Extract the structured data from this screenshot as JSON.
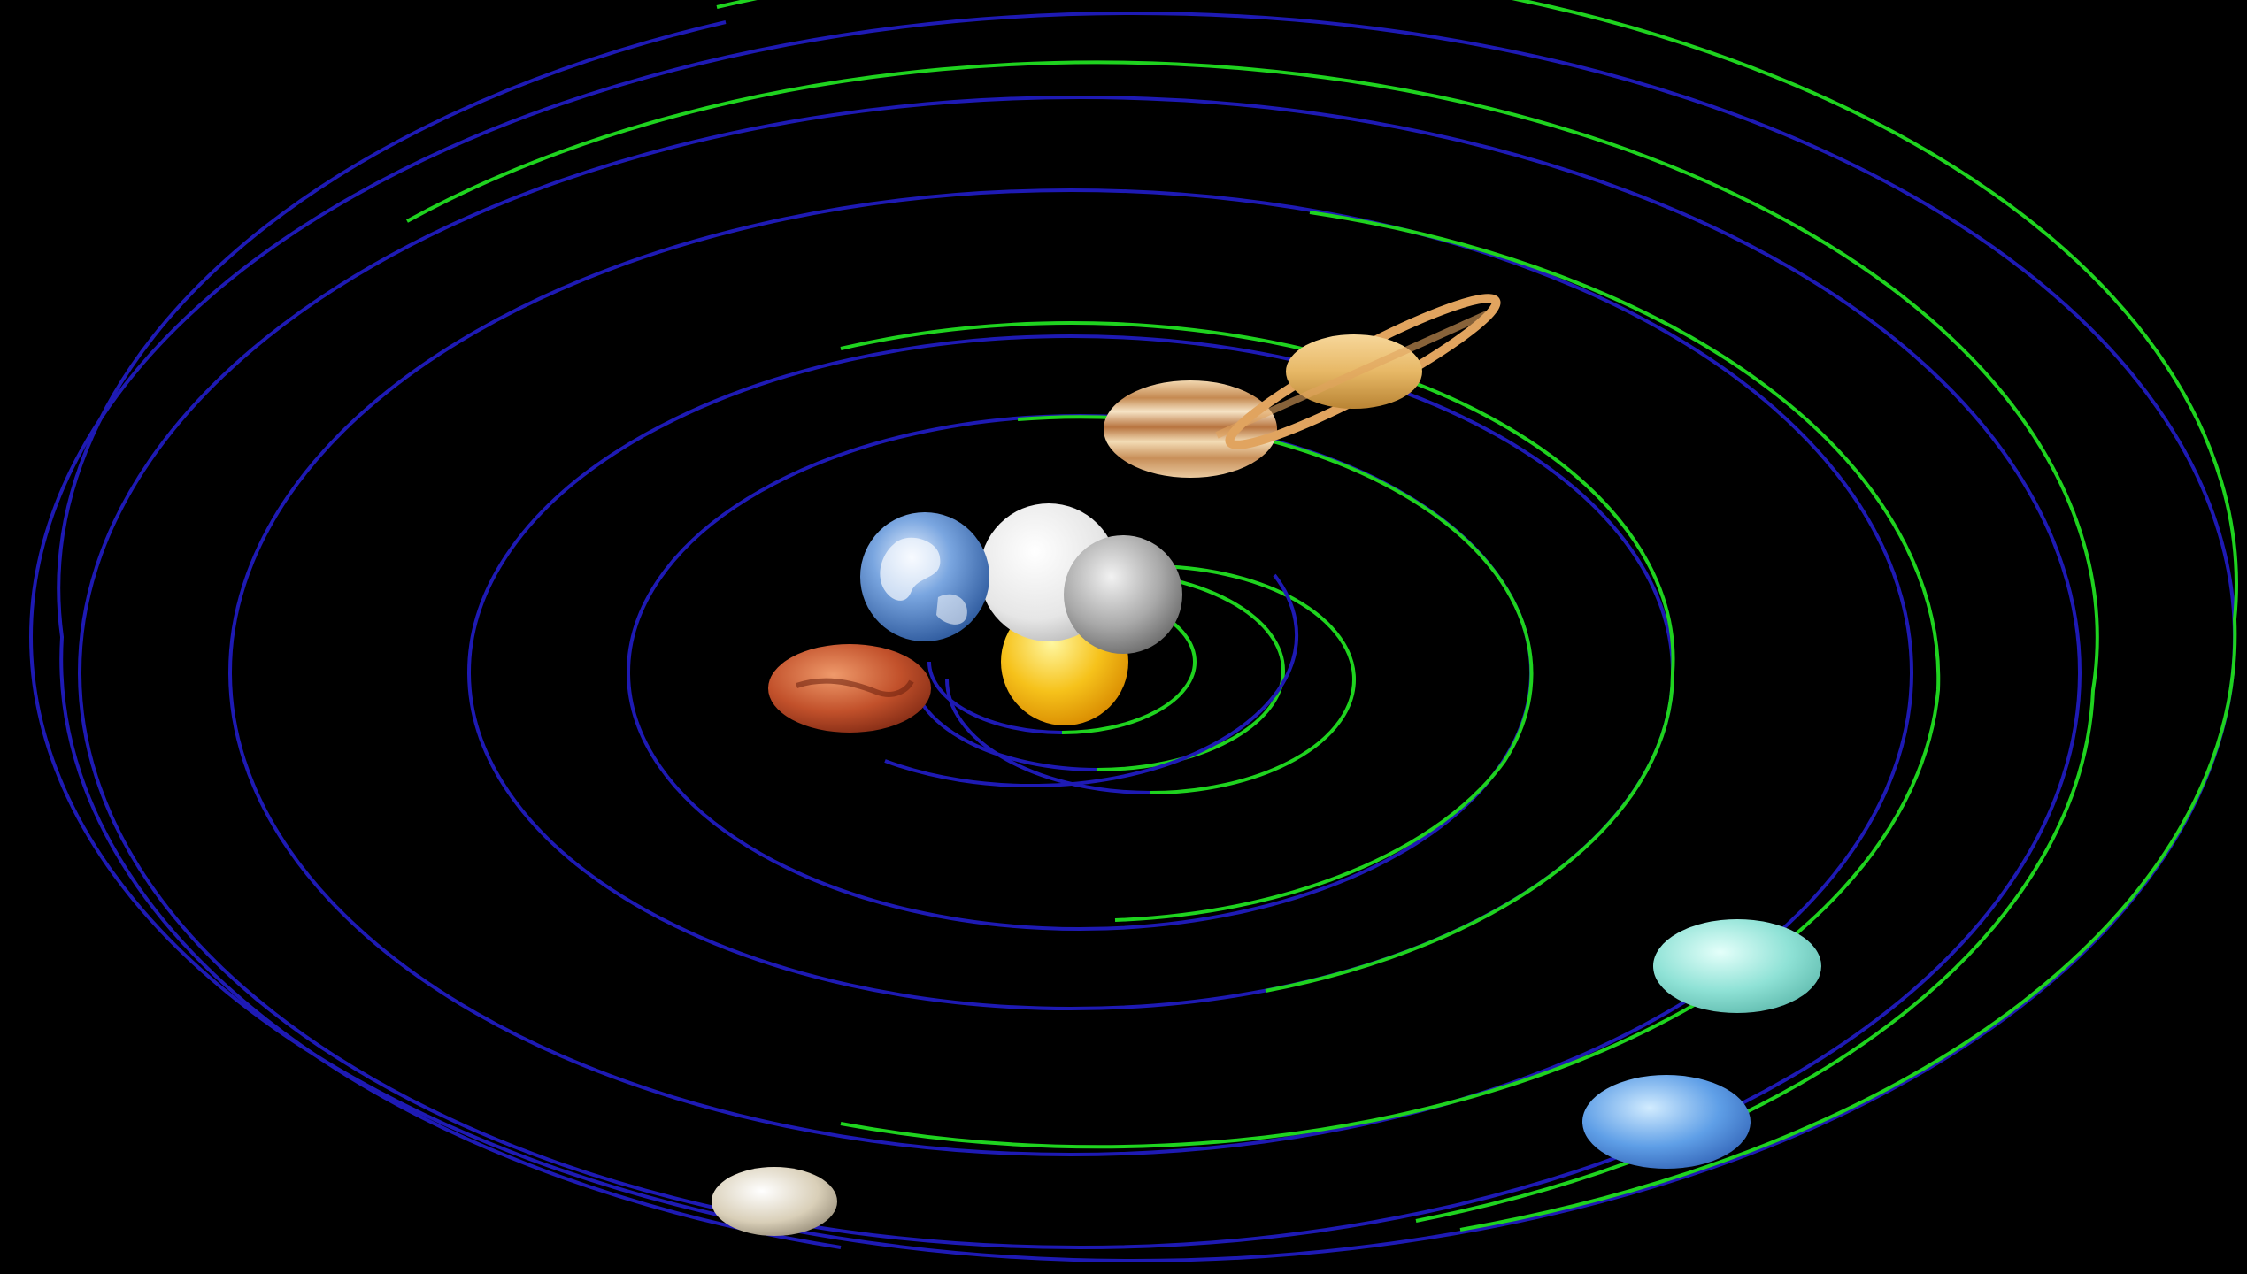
{
  "scene": {
    "background": "#000000",
    "orbit_colors": {
      "green": "#1fd31f",
      "blue": "#1e1ab4"
    },
    "bodies": [
      {
        "name": "sun",
        "icon": "sun-icon",
        "color": "#f6c21b"
      },
      {
        "name": "mercury",
        "icon": "mercury-icon",
        "color": "#bdbdbd"
      },
      {
        "name": "venus",
        "icon": "venus-icon",
        "color": "#eeeeee"
      },
      {
        "name": "earth",
        "icon": "earth-icon",
        "color": "#3f78c9"
      },
      {
        "name": "mars",
        "icon": "mars-icon",
        "color": "#c2512b"
      },
      {
        "name": "jupiter",
        "icon": "jupiter-icon",
        "color": "#d9a56a"
      },
      {
        "name": "saturn",
        "icon": "saturn-icon",
        "color": "#e7b866"
      },
      {
        "name": "uranus",
        "icon": "uranus-icon",
        "color": "#8fe2d6"
      },
      {
        "name": "neptune",
        "icon": "neptune-icon",
        "color": "#5f9fe7"
      },
      {
        "name": "pluto",
        "icon": "pluto-icon",
        "color": "#d9cfb8"
      }
    ]
  }
}
